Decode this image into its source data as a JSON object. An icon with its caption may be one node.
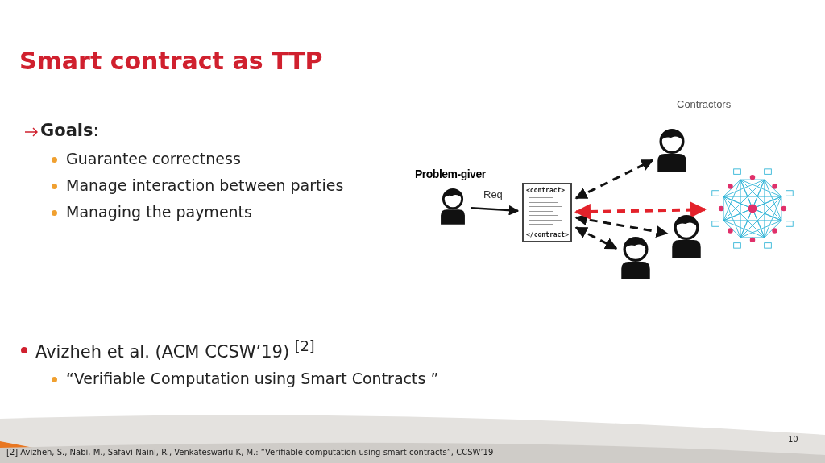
{
  "diagram": {
    "title": "Smart contract as TTP",
    "nodes": [
      {
        "text": [
          "Problem-giver"
        ]
      },
      {
        "text": [
          "<contract>",
          "</contract>"
        ]
      },
      {
        "text": [],
        "shape": "person"
      },
      {
        "text": [],
        "shape": "person"
      },
      {
        "text": [],
        "shape": "person"
      },
      {
        "text": [],
        "shape": "picture"
      }
    ],
    "edges": [
      {
        "from": 0,
        "to": 1,
        "arrow": "to",
        "label": "Req"
      },
      {
        "from": 1,
        "to": 2,
        "arrow": "both",
        "style": "dashed"
      },
      {
        "from": 1,
        "to": 3,
        "arrow": "both",
        "style": "dashed"
      },
      {
        "from": 1,
        "to": 4,
        "arrow": "both",
        "style": "dashed"
      },
      {
        "from": 1,
        "to": 5,
        "arrow": "both",
        "style": "dashed",
        "color": "#e3222b"
      }
    ],
    "labels": [
      "Contractors",
      "**Goals**:",
      "Guarantee correctness",
      "Manage interaction between parties",
      "Managing the payments",
      "Avizheh et al. (ACM CCSW’19) $^{[2]}$",
      "“Verifiable Computation using Smart Contracts ”",
      "10",
      "[2] Avizheh, S., Nabi, M., Safavi-Naini, R., Venkateswarlu K, M.: “Verifiable computation using smart contracts”, CCSW’19"
    ]
  }
}
